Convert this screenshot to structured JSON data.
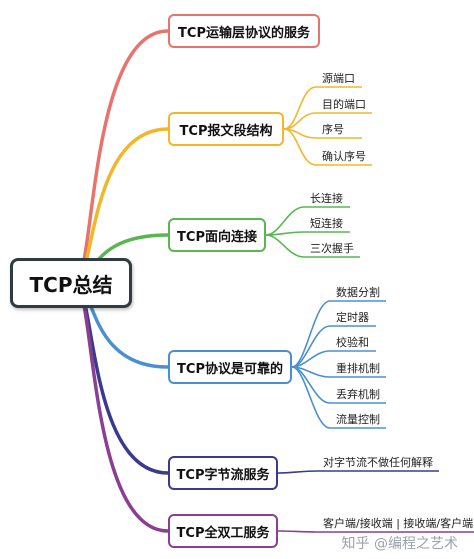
{
  "root": {
    "label": "TCP总结"
  },
  "colors": {
    "root_border": "#2f3b45",
    "branch1": "#e8736c",
    "branch2": "#f1b72b",
    "branch3": "#5ab552",
    "branch4": "#4a90d0",
    "branch5": "#3b3a8c",
    "branch6": "#8a3f93"
  },
  "branches": [
    {
      "label": "TCP运输层协议的服务",
      "children": []
    },
    {
      "label": "TCP报文段结构",
      "children": [
        "源端口",
        "目的端口",
        "序号",
        "确认序号"
      ]
    },
    {
      "label": "TCP面向连接",
      "children": [
        "长连接",
        "短连接",
        "三次握手"
      ]
    },
    {
      "label": "TCP协议是可靠的",
      "children": [
        "数据分割",
        "定时器",
        "校验和",
        "重排机制",
        "丢弃机制",
        "流量控制"
      ]
    },
    {
      "label": "TCP字节流服务",
      "children": [
        "对字节流不做任何解释"
      ]
    },
    {
      "label": "TCP全双工服务",
      "children": [
        "客户端/接收端 | 接收端/客户端"
      ]
    }
  ],
  "watermark": "知乎 @编程之艺术"
}
